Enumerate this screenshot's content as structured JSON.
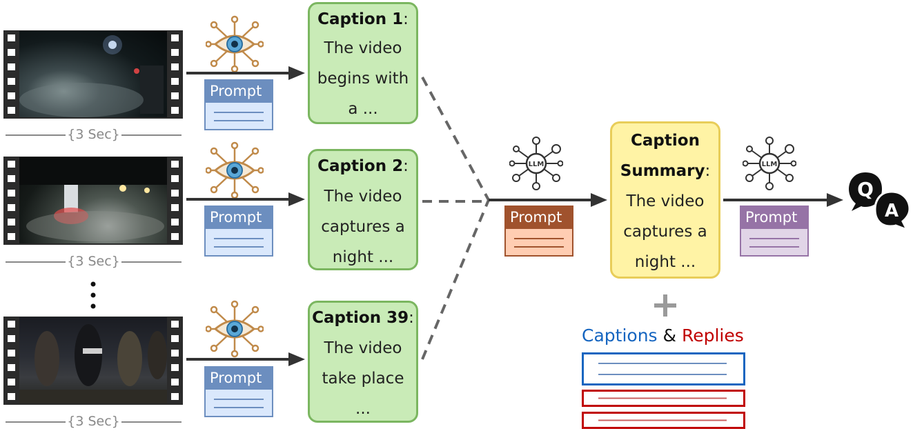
{
  "clips": [
    {
      "duration": "{3 Sec}"
    },
    {
      "duration": "{3 Sec}"
    },
    {
      "duration": "{3 Sec}"
    }
  ],
  "captions": [
    {
      "title": "Caption 1",
      "lines": [
        "The video",
        "begins with",
        "a ..."
      ]
    },
    {
      "title": "Caption 2",
      "lines": [
        "The video",
        "captures a",
        "night ..."
      ]
    },
    {
      "title": "Caption 39",
      "lines": [
        "The video",
        "take place",
        "..."
      ]
    }
  ],
  "summary": {
    "title_line1": "Caption",
    "title_line2": "Summary",
    "lines": [
      "The video",
      "captures a",
      "night ..."
    ]
  },
  "prompt_label": "Prompt",
  "llm_label": "LLM",
  "legend": {
    "captions": "Captions",
    "and": "&",
    "replies": "Replies"
  },
  "icons": [
    "film-strip-icon",
    "vision-eye-network-icon",
    "llm-network-icon",
    "qa-speech-bubble-icon",
    "plus-icon"
  ],
  "colors": {
    "caption_fill": "#c9ebb7",
    "caption_border": "#7bb660",
    "summary_fill": "#fff3a5",
    "summary_border": "#e8cd59",
    "prompt_blue": "#6c8ebf",
    "prompt_blue_fill": "#dae8fc",
    "prompt_orange": "#a0522d",
    "prompt_orange_fill": "#ffcdb2",
    "prompt_purple": "#9673a6",
    "prompt_purple_fill": "#e1d5e7",
    "captions_blue": "#1565c0",
    "replies_red": "#c00000"
  }
}
